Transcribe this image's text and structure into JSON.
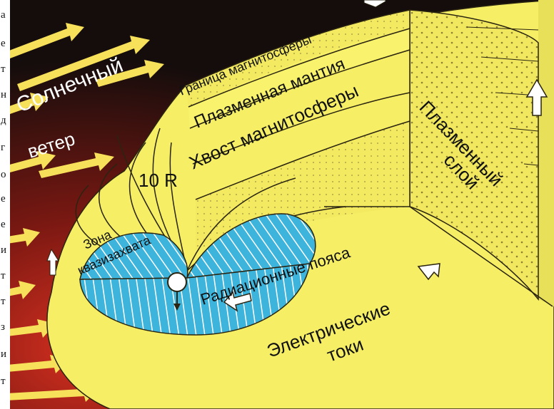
{
  "labels": {
    "solar": "Солнечный",
    "wind": "ветер",
    "boundary": "Граница магнитосферы",
    "mantle": "Плазменная мантия",
    "tail": "Хвост магнитосферы",
    "distance": "10 R",
    "zone_line1": "Зона",
    "zone_line2": "квазизахвата",
    "belts": "Радиационные пояса",
    "sheet_line1": "Плазменный",
    "sheet_line2": "слой",
    "currents_line1": "Электрические",
    "currents_line2": "токи"
  },
  "edge_text": [
    "а",
    "е",
    "т",
    "н",
    "д",
    "г",
    "о",
    "е",
    "е",
    "и",
    "т",
    "т",
    "з",
    "и",
    "т"
  ],
  "colors": {
    "background": "#1a1210",
    "glow": "#b8201a",
    "magnetosphere": "#f7f06a",
    "belts": "#3cb4dc",
    "arrows": "#f8e15a",
    "text_white": "#ffffff",
    "text_dark": "#111111"
  },
  "icons": [
    "solar-wind-arrow-icon",
    "earth-icon",
    "flow-arrow-icon"
  ]
}
